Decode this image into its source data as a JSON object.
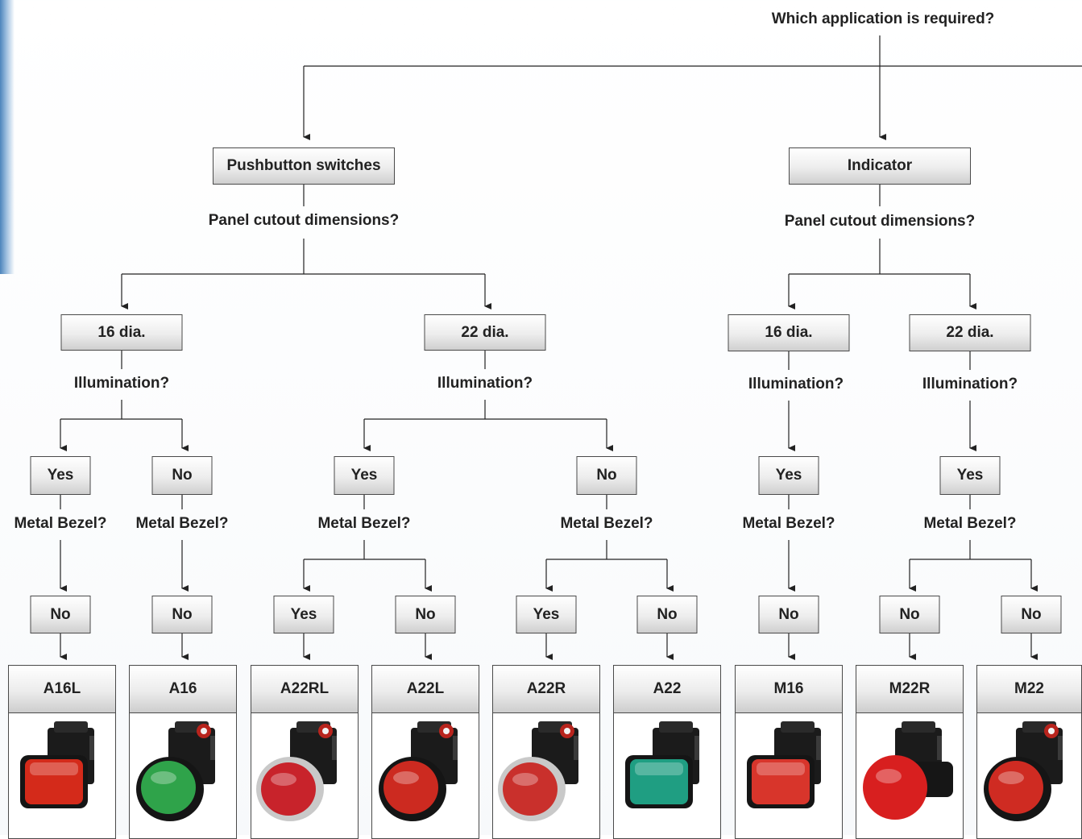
{
  "root_question": "Which application is required?",
  "branches": {
    "pushbutton": {
      "label": "Pushbutton switches",
      "question": "Panel cutout dimensions?",
      "d16": {
        "label": "16 dia.",
        "question": "Illumination?",
        "yes": {
          "label": "Yes",
          "question": "Metal Bezel?",
          "answer": "No"
        },
        "no": {
          "label": "No",
          "question": "Metal Bezel?",
          "answer": "No"
        }
      },
      "d22": {
        "label": "22 dia.",
        "question": "Illumination?",
        "yes": {
          "label": "Yes",
          "question": "Metal Bezel?",
          "answer_yes": "Yes",
          "answer_no": "No"
        },
        "no": {
          "label": "No",
          "question": "Metal Bezel?",
          "answer_yes": "Yes",
          "answer_no": "No"
        }
      }
    },
    "indicator": {
      "label": "Indicator",
      "question": "Panel cutout dimensions?",
      "d16": {
        "label": "16 dia.",
        "question": "Illumination?",
        "yes": {
          "label": "Yes",
          "question": "Metal Bezel?",
          "answer": "No"
        }
      },
      "d22": {
        "label": "22 dia.",
        "question": "Illumination?",
        "yes": {
          "label": "Yes",
          "question": "Metal Bezel?",
          "answer_a": "No",
          "answer_b": "No"
        }
      }
    }
  },
  "products": [
    {
      "model": "A16L",
      "color": "#d42a1a",
      "shape": "square"
    },
    {
      "model": "A16",
      "color": "#2fa34a",
      "shape": "round"
    },
    {
      "model": "A22RL",
      "color": "#c8232b",
      "shape": "round-metal"
    },
    {
      "model": "A22L",
      "color": "#cc2a20",
      "shape": "round"
    },
    {
      "model": "A22R",
      "color": "#c9302c",
      "shape": "round-metal"
    },
    {
      "model": "A22",
      "color": "#1f9e82",
      "shape": "square"
    },
    {
      "model": "M16",
      "color": "#d8352b",
      "shape": "square"
    },
    {
      "model": "M22R",
      "color": "#d81f1f",
      "shape": "dome"
    },
    {
      "model": "M22",
      "color": "#cf2b22",
      "shape": "round"
    }
  ]
}
